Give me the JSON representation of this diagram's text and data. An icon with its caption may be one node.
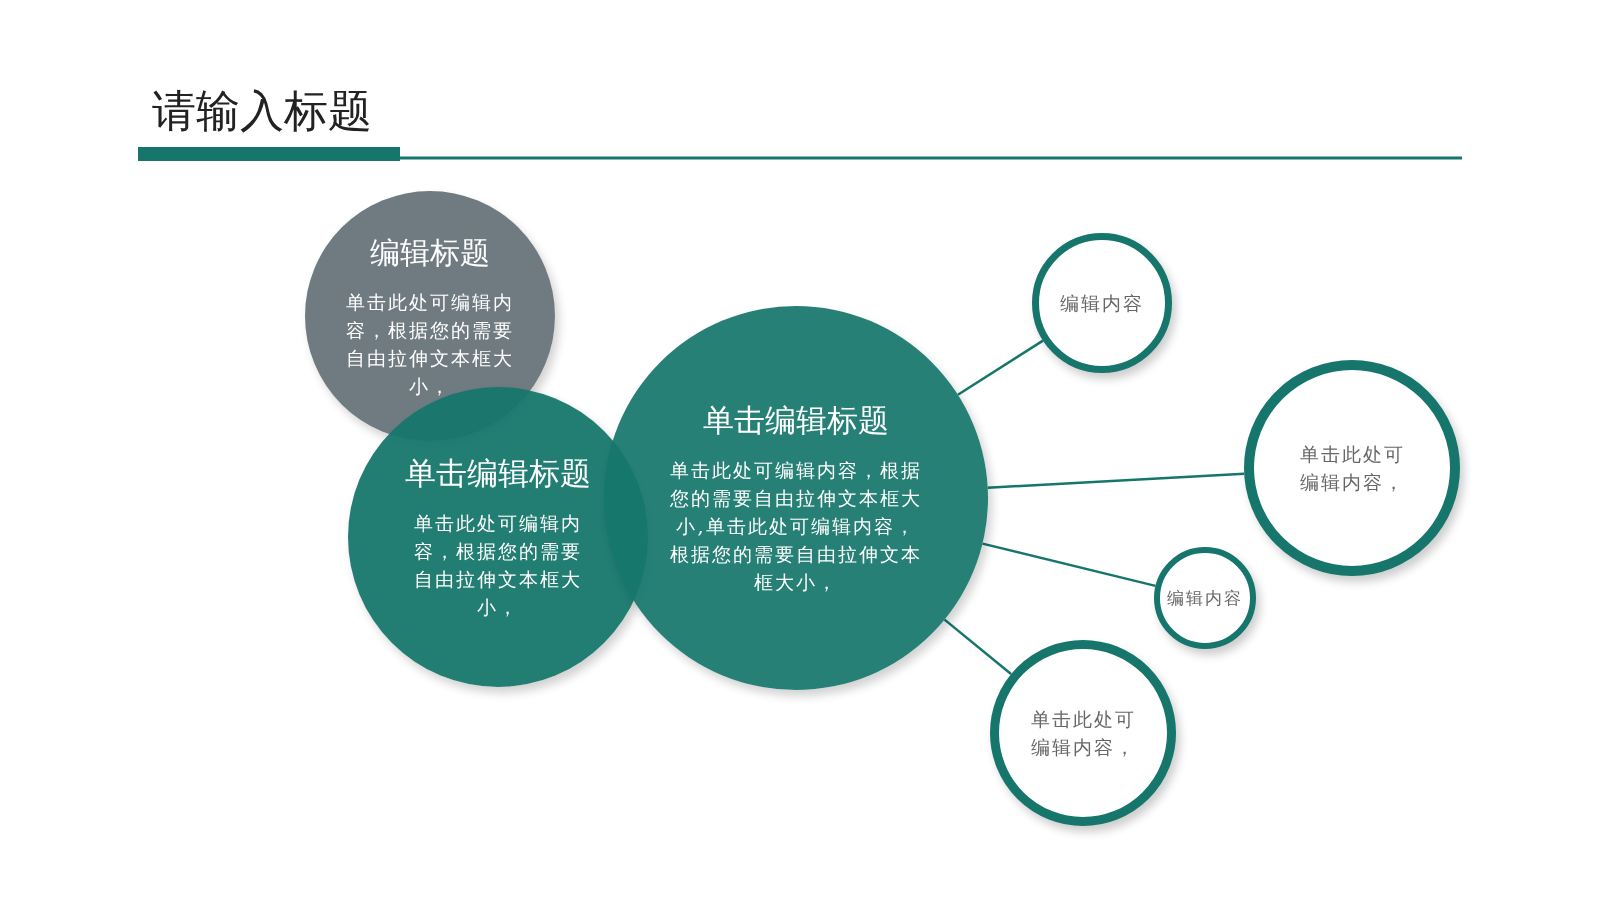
{
  "diagram": {
    "title": "请输入标题",
    "nodes": [
      {
        "text": [
          "编辑标题",
          "单击此处可编辑内容，根据您的需要自由拉伸文本框大小，"
        ]
      },
      {
        "text": [
          "单击编辑标题",
          "单击此处可编辑内容，根据您的需要自由拉伸文本框大小，"
        ]
      },
      {
        "text": [
          "单击编辑标题",
          "单击此处可编辑内容，根据您的需要自由拉伸文本框大小,单击此处可编辑内容，根据您的需要自由拉伸文本框大小，"
        ]
      },
      {
        "text": [
          "编辑内容"
        ]
      },
      {
        "text": [
          "单击此处可编辑内容，"
        ]
      },
      {
        "text": [
          "编辑内容"
        ]
      },
      {
        "text": [
          "单击此处可编辑内容，"
        ]
      }
    ],
    "edges": [
      {
        "from": 2,
        "to": 3,
        "arrow": "none"
      },
      {
        "from": 2,
        "to": 4,
        "arrow": "none"
      },
      {
        "from": 2,
        "to": 5,
        "arrow": "none"
      },
      {
        "from": 2,
        "to": 6,
        "arrow": "none"
      }
    ]
  }
}
